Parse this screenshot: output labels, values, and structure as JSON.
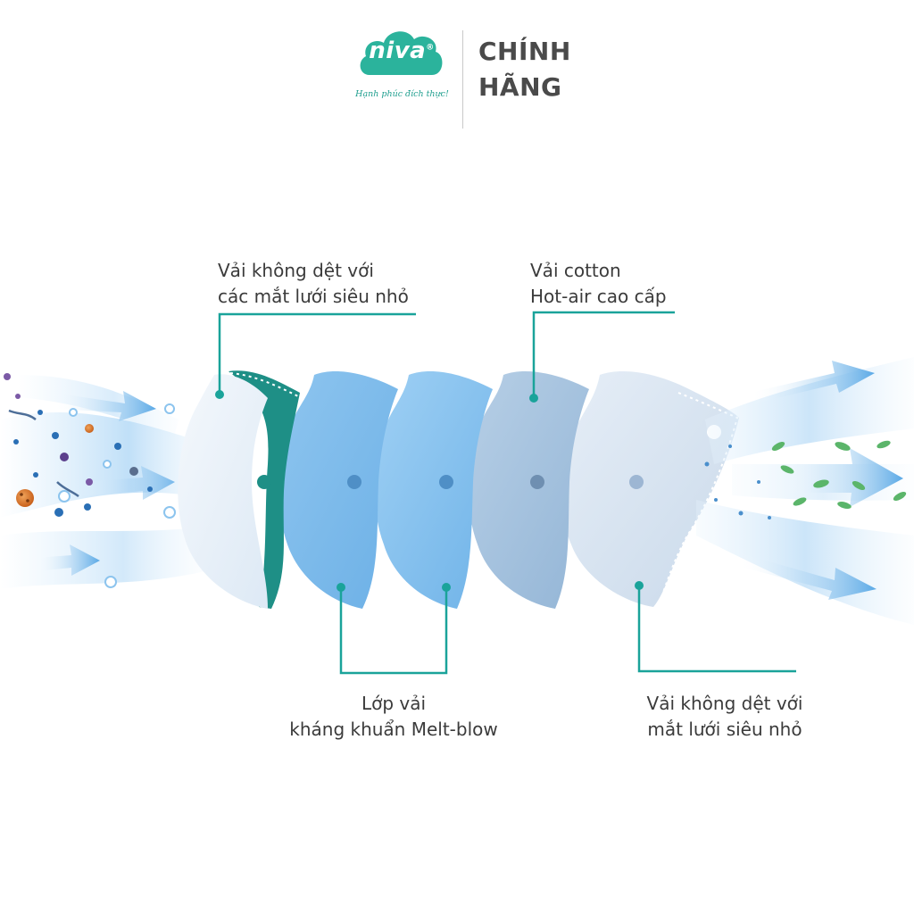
{
  "brand": {
    "logo_word": "niva",
    "logo_mark": "®",
    "tagline": "Hạnh phúc đích thực!",
    "badge_line1": "CHÍNH",
    "badge_line2": "HÃNG"
  },
  "layers": {
    "outer_nonwoven": {
      "line1": "Vải không dệt với",
      "line2": "các mắt lưới siêu nhỏ"
    },
    "cotton": {
      "line1": "Vải cotton",
      "line2": "Hot-air cao cấp"
    },
    "meltblown": {
      "line1": "Lớp vải",
      "line2": "kháng khuẩn Melt-blow"
    },
    "inner_nonwoven": {
      "line1": "Vải không dệt với",
      "line2": "mắt lưới siêu nhỏ"
    }
  },
  "colors": {
    "callout_line": "#1aa39a",
    "brand_teal": "#1e9e8e",
    "airflow": "#6fb7ea"
  }
}
